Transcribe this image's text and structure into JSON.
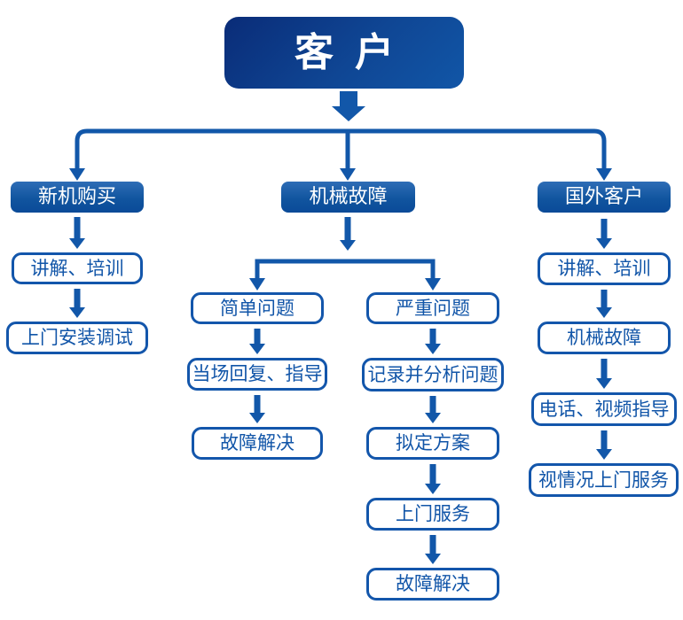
{
  "flow": {
    "root": "客户",
    "branches": {
      "left": {
        "head": "新机购买",
        "steps": [
          "讲解、培训",
          "上门安装调试"
        ]
      },
      "middle": {
        "head": "机械故障",
        "simple": {
          "head": "简单问题",
          "steps": [
            "当场回复、指导",
            "故障解决"
          ]
        },
        "serious": {
          "head": "严重问题",
          "steps": [
            "记录并分析问题",
            "拟定方案",
            "上门服务",
            "故障解决"
          ]
        }
      },
      "right": {
        "head": "国外客户",
        "steps": [
          "讲解、培训",
          "机械故障",
          "电话、视频指导",
          "视情况上门服务"
        ]
      }
    }
  },
  "colors": {
    "connector_blue": "#1257a9",
    "root_gradient_start": "#0a2c78",
    "root_gradient_end": "#1156a7",
    "head_gradient_top": "#2e6db6",
    "head_gradient_bottom": "#0a4a98",
    "outline_border": "#1356ab",
    "outline_text": "#1155a8",
    "background": "#ffffff"
  }
}
